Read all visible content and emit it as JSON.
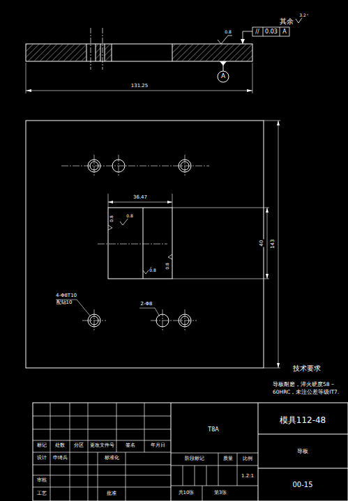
{
  "diagram": {
    "labels": [
      "其余",
      "3.2",
      "0.8",
      "//",
      "0.03",
      "A",
      "A",
      "131.25",
      "36.47",
      "0.8",
      "0.8",
      "0.8",
      "0.8",
      "40",
      "143",
      "4-Φ8T10",
      "配钻10",
      "2-Φ8",
      "技术要求",
      "导板耐磨，淬火硬度58－60HRC，未注公差等级IT7.",
      "T8A",
      "模具112-48",
      "标记",
      "处数",
      "分区",
      "更改文件号",
      "签名",
      "年月日",
      "设计",
      "申绮兵",
      "标准化",
      "审核",
      "工艺",
      "批准",
      "阶段标记",
      "质量",
      "比例",
      "1.2:1",
      "共10张",
      "第3张",
      "导板",
      "00-15"
    ]
  }
}
